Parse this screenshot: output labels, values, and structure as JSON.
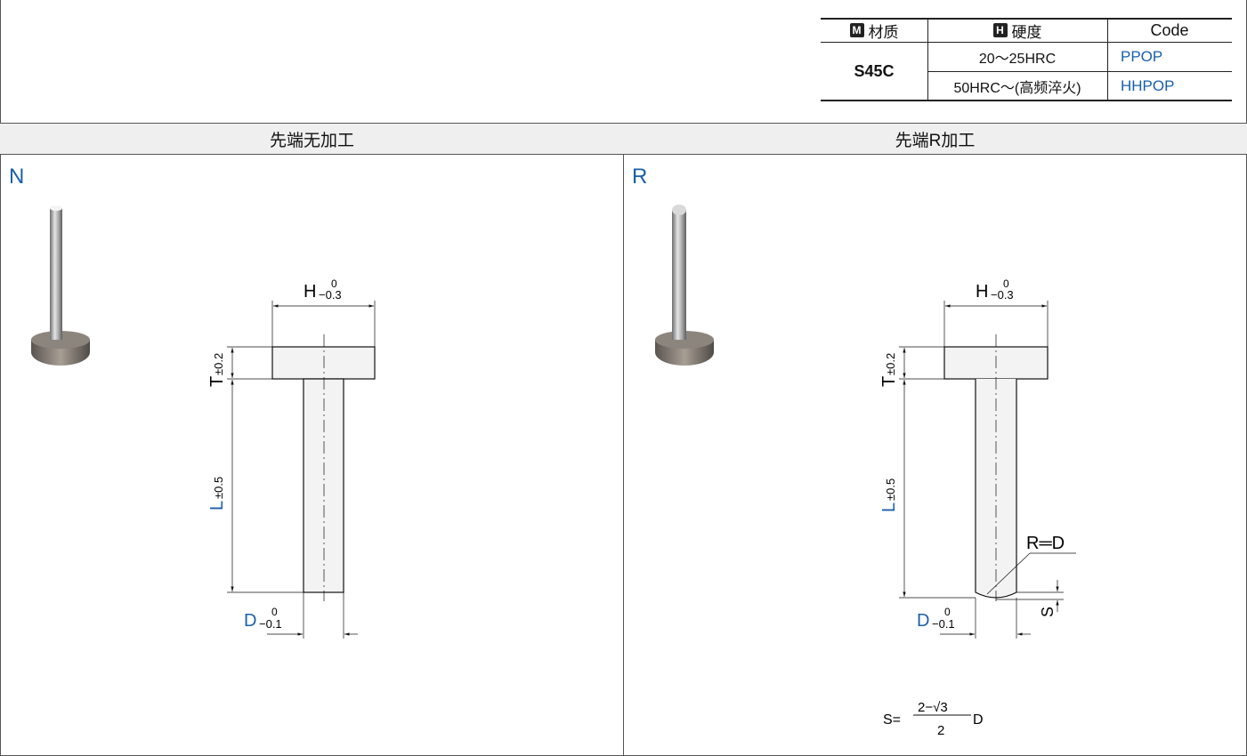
{
  "spec_table": {
    "headers": {
      "material_badge": "M",
      "material": "材质",
      "hardness_badge": "H",
      "hardness": "硬度",
      "code": "Code"
    },
    "material_value": "S45C",
    "rows": [
      {
        "hardness": "20～25HRC",
        "code": "PPOP"
      },
      {
        "hardness": "50HRC～(高频淬火)",
        "code": "HHPOP"
      }
    ]
  },
  "sections": {
    "left": {
      "title": "先端无加工",
      "letter": "N"
    },
    "right": {
      "title": "先端R加工",
      "letter": "R"
    }
  },
  "dimensions": {
    "H": "H",
    "H_upper": "0",
    "H_lower": "−0.3",
    "T": "T",
    "T_tol": "±0.2",
    "L": "L",
    "L_tol": "±0.5",
    "D": "D",
    "D_upper": "0",
    "D_lower": "−0.1",
    "R_eq": "R═D",
    "S": "S"
  },
  "formula": {
    "lhs": "S=",
    "numerator": "2−√3",
    "denominator": "2",
    "rhs": "D"
  },
  "colors": {
    "accent_blue": "#1a5fa8",
    "header_bg": "#efefef"
  }
}
